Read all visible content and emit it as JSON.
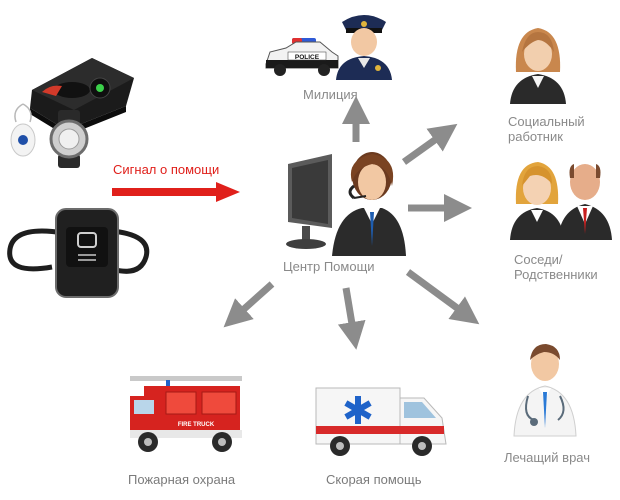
{
  "nodes": {
    "center": "Центр Помощи",
    "police": "Милиция",
    "social_line1": "Социальный",
    "social_line2": "работник",
    "neighbors_line1": "Соседи/",
    "neighbors_line2": "Родственники",
    "doctor": "Лечащий врач",
    "ambulance": "Скорая помощь",
    "fire": "Пожарная охрана"
  },
  "signal_label": "Сигнал о помощи",
  "devices": {
    "police_car_text": "POLICE",
    "fire_truck_text": "FIRE TRUCK"
  },
  "colors": {
    "signal": "#e0201b",
    "arrow": "#8c8c8c",
    "label": "#8a8a8a"
  }
}
